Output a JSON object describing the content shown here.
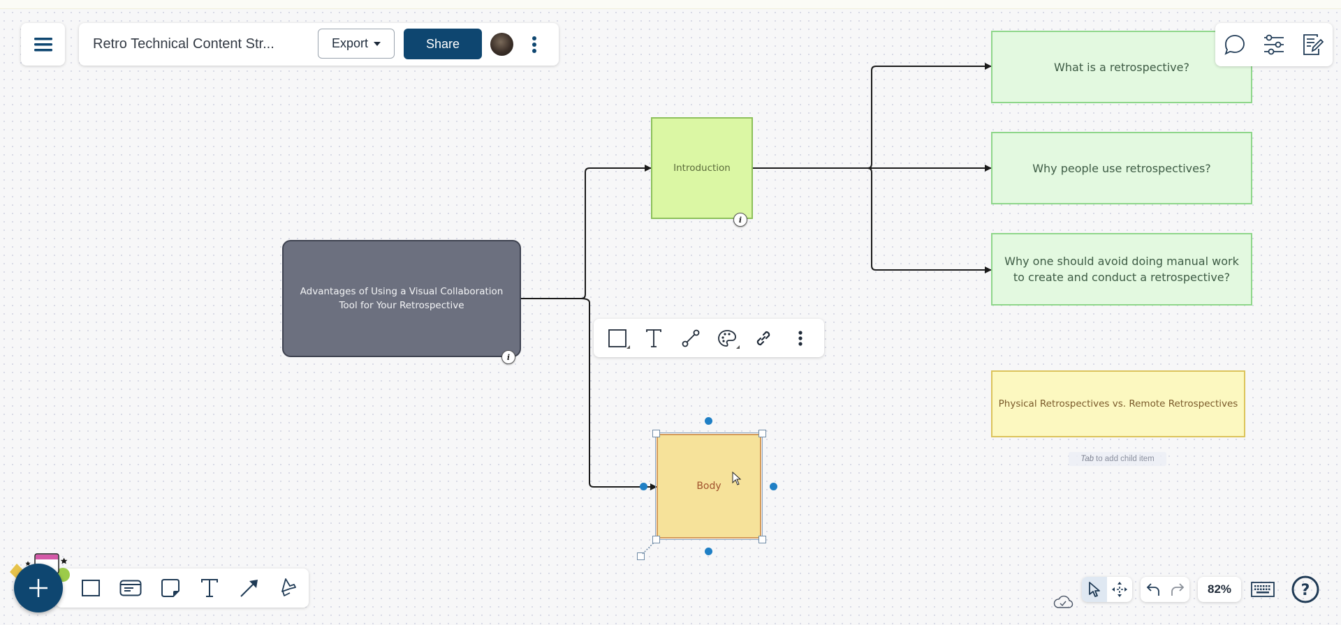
{
  "header": {
    "menu_icon": "hamburger-icon",
    "title": "Retro Technical Content Str...",
    "export_label": "Export",
    "share_label": "Share",
    "avatar": "user-avatar",
    "more_icon": "kebab-icon"
  },
  "right_panel": {
    "items": [
      {
        "icon": "comment-icon",
        "label": "Comments"
      },
      {
        "icon": "sliders-icon",
        "label": "Settings"
      },
      {
        "icon": "notes-icon",
        "label": "Notes"
      }
    ]
  },
  "canvas": {
    "nodes": {
      "central": "Advantages of Using a Visual Collaboration Tool for Your Retrospective",
      "introduction": "Introduction",
      "what_is": "What is a retrospective?",
      "why_people": "Why people use retrospectives?",
      "why_avoid": "Why one should avoid doing manual work to create and conduct a retrospective?",
      "physical_vs_remote": "Physical Retrospectives vs. Remote Retrospectives",
      "body": "Body"
    },
    "info_badge": "i",
    "hint": {
      "key": "Tab",
      "text": "to add child item"
    },
    "colors": {
      "central_fill": "#6c707f",
      "intro_fill": "#dbf7a4",
      "green_fill": "#e3f9e0",
      "yellow_fill": "#fcf8c0",
      "body_fill": "#f6e29a",
      "selection_dot": "#1f7fc5"
    }
  },
  "context_toolbar": {
    "items": [
      {
        "icon": "shape-icon",
        "label": "Shape"
      },
      {
        "icon": "text-icon",
        "label": "Text"
      },
      {
        "icon": "connector-icon",
        "label": "Connector"
      },
      {
        "icon": "palette-icon",
        "label": "Color"
      },
      {
        "icon": "link-icon",
        "label": "Link"
      },
      {
        "icon": "kebab-icon",
        "label": "More"
      }
    ]
  },
  "bottom_toolbar": {
    "add_icon": "plus-icon",
    "items": [
      {
        "icon": "rectangle-icon",
        "label": "Shape"
      },
      {
        "icon": "card-icon",
        "label": "Card"
      },
      {
        "icon": "sticky-note-icon",
        "label": "Sticky note"
      },
      {
        "icon": "text-icon",
        "label": "Text"
      },
      {
        "icon": "arrow-icon",
        "label": "Connector"
      },
      {
        "icon": "pen-icon",
        "label": "Draw"
      }
    ]
  },
  "bottom_right": {
    "sync_status_icon": "cloud-check-icon",
    "select_tool": "pointer-icon",
    "pan_tool": "move-icon",
    "undo": "undo-icon",
    "redo": "redo-icon",
    "zoom_level": "82%",
    "keyboard": "keyboard-icon",
    "help": "?"
  },
  "brand_color": "#0e4670"
}
